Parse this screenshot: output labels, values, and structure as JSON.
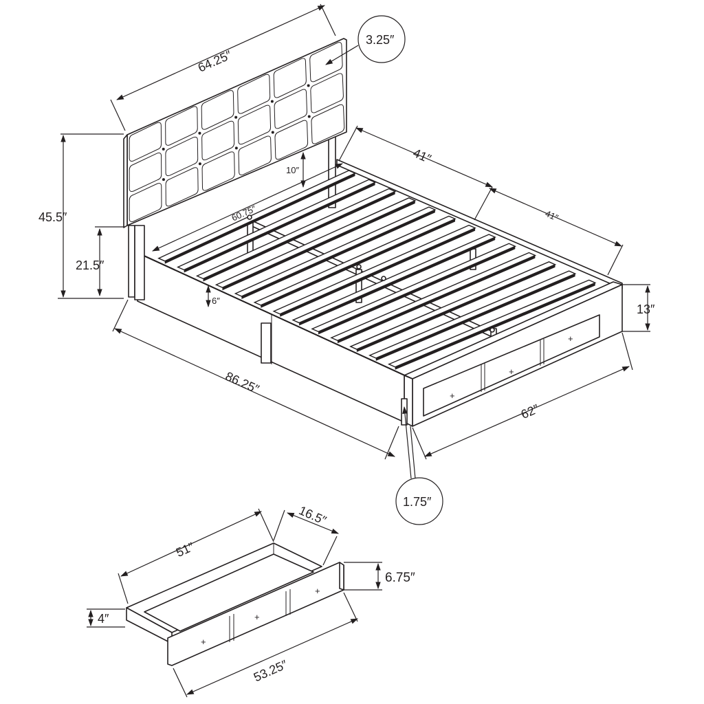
{
  "dimensions": {
    "headboard_width": "64.25″",
    "headboard_thickness": "3.25″",
    "total_height": "45.5″",
    "headboard_to_floor": "21.5″",
    "gap_above_rail": "10″",
    "inner_width": "60.75″",
    "length_upper": "41″",
    "length_lower": "41″",
    "side_height": "13″",
    "leg_clearance": "6″",
    "total_length": "86.25″",
    "total_width": "62″",
    "frame_thickness": "1.75″",
    "drawer_length": "51″",
    "drawer_depth": "16.5″",
    "drawer_front_height": "6.75″",
    "drawer_box_height": "4″",
    "drawer_front_width": "53.25″"
  },
  "colors": {
    "line": "#231f20",
    "background": "#ffffff"
  }
}
